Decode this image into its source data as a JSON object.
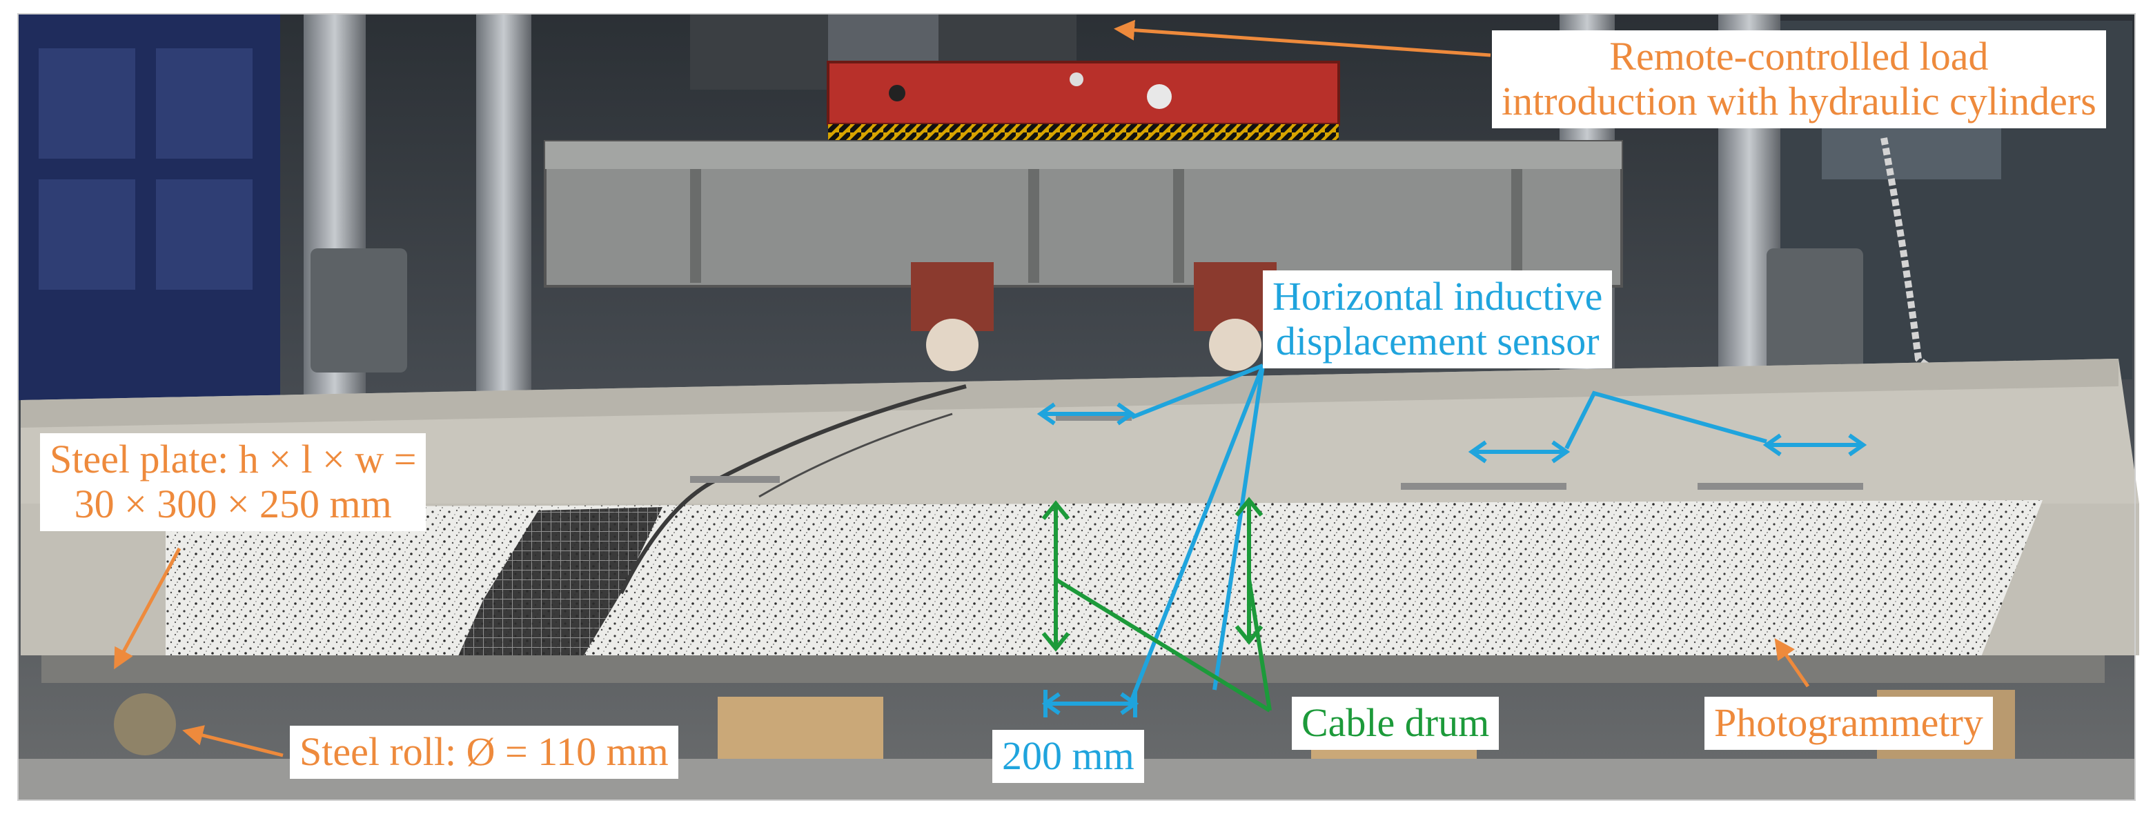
{
  "annotations": {
    "remote_load": {
      "lines": [
        "Remote-controlled load",
        "introduction with hydraulic cylinders"
      ],
      "color": "#ee8a3c"
    },
    "displacement_sensor": {
      "lines": [
        "Horizontal inductive",
        "displacement sensor"
      ],
      "color": "#1fa4dd"
    },
    "steel_plate": {
      "lines": [
        "Steel plate: h × l × w =",
        "30 × 300 × 250 mm"
      ],
      "color": "#ee8a3c"
    },
    "steel_roll": {
      "text": "Steel roll: Ø = 110 mm",
      "color": "#ee8a3c"
    },
    "gauge_length": {
      "text": "200 mm",
      "color": "#1fa4dd"
    },
    "cable_drum": {
      "text": "Cable drum",
      "color": "#1c9a3a"
    },
    "photogrammetry": {
      "text": "Photogrammetry",
      "color": "#ee8a3c"
    }
  },
  "colors": {
    "annotation_orange": "#ee8a3c",
    "annotation_blue": "#1fa4dd",
    "annotation_green": "#1c9a3a",
    "loading_beam": "#b8302a",
    "concrete": "#c9c6bd",
    "speckle_pattern": "#e9e9e6"
  }
}
